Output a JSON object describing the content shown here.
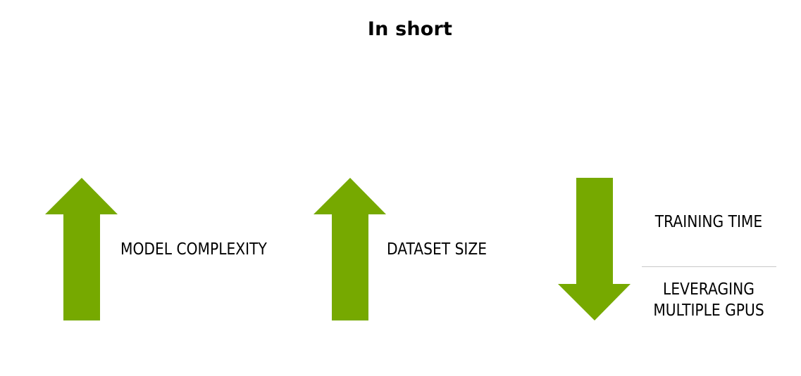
{
  "title": "In short",
  "accent_color": "#76a900",
  "items": [
    {
      "direction": "up",
      "icon": "arrow-up-icon",
      "label": "MODEL COMPLEXITY"
    },
    {
      "direction": "up",
      "icon": "arrow-up-icon",
      "label": "DATASET SIZE"
    },
    {
      "direction": "down",
      "icon": "arrow-down-icon",
      "label_top": "TRAINING TIME",
      "label_bottom": "LEVERAGING MULTIPLE GPUS"
    }
  ]
}
